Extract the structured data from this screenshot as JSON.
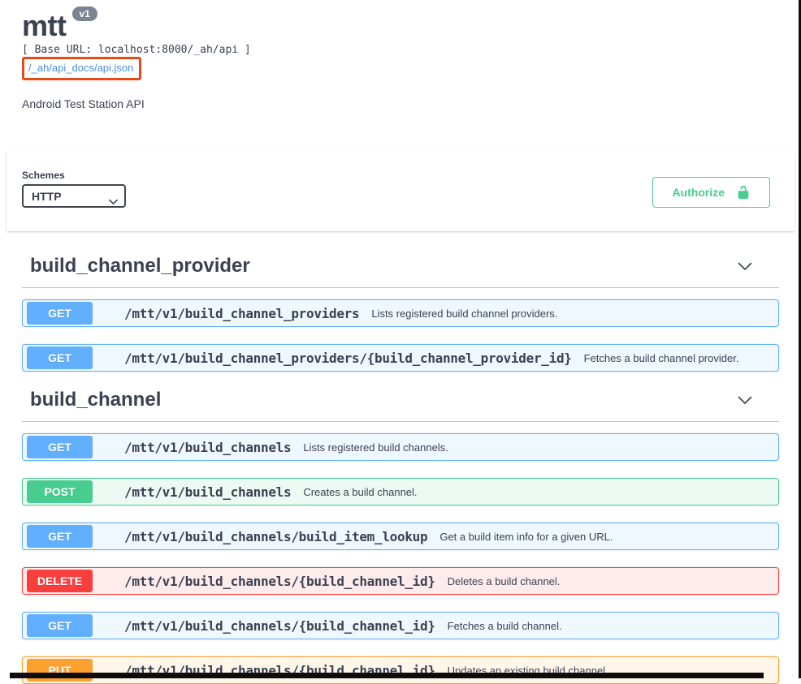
{
  "header": {
    "title": "mtt",
    "version_badge": "v1",
    "base_url_line": "[ Base URL: localhost:8000/_ah/api ]",
    "spec_link": "/_ah/api_docs/api.json",
    "description": "Android Test Station API"
  },
  "schemes": {
    "label": "Schemes",
    "selected": "HTTP"
  },
  "authorize": {
    "label": "Authorize",
    "lock_icon": "unlocked-padlock-icon"
  },
  "colors": {
    "get": "#61affe",
    "post": "#49cc90",
    "delete": "#f93e3e",
    "put": "#fca130",
    "authorize_green": "#49cc90",
    "link_blue": "#4990e2",
    "annotation_box": "#e64a19",
    "text": "#3b4151",
    "version_badge_bg": "#7d8492"
  },
  "sections": [
    {
      "title": "build_channel_provider",
      "operations": [
        {
          "method": "GET",
          "path": "/mtt/v1/build_channel_providers",
          "description": "Lists registered build channel providers."
        },
        {
          "method": "GET",
          "path": "/mtt/v1/build_channel_providers/{build_channel_provider_id}",
          "description": "Fetches a build channel provider."
        }
      ]
    },
    {
      "title": "build_channel",
      "operations": [
        {
          "method": "GET",
          "path": "/mtt/v1/build_channels",
          "description": "Lists registered build channels."
        },
        {
          "method": "POST",
          "path": "/mtt/v1/build_channels",
          "description": "Creates a build channel."
        },
        {
          "method": "GET",
          "path": "/mtt/v1/build_channels/build_item_lookup",
          "description": "Get a build item info for a given URL."
        },
        {
          "method": "DELETE",
          "path": "/mtt/v1/build_channels/{build_channel_id}",
          "description": "Deletes a build channel."
        },
        {
          "method": "GET",
          "path": "/mtt/v1/build_channels/{build_channel_id}",
          "description": "Fetches a build channel."
        },
        {
          "method": "PUT",
          "path": "/mtt/v1/build_channels/{build_channel_id}",
          "description": "Updates an existing build channel."
        }
      ]
    }
  ]
}
